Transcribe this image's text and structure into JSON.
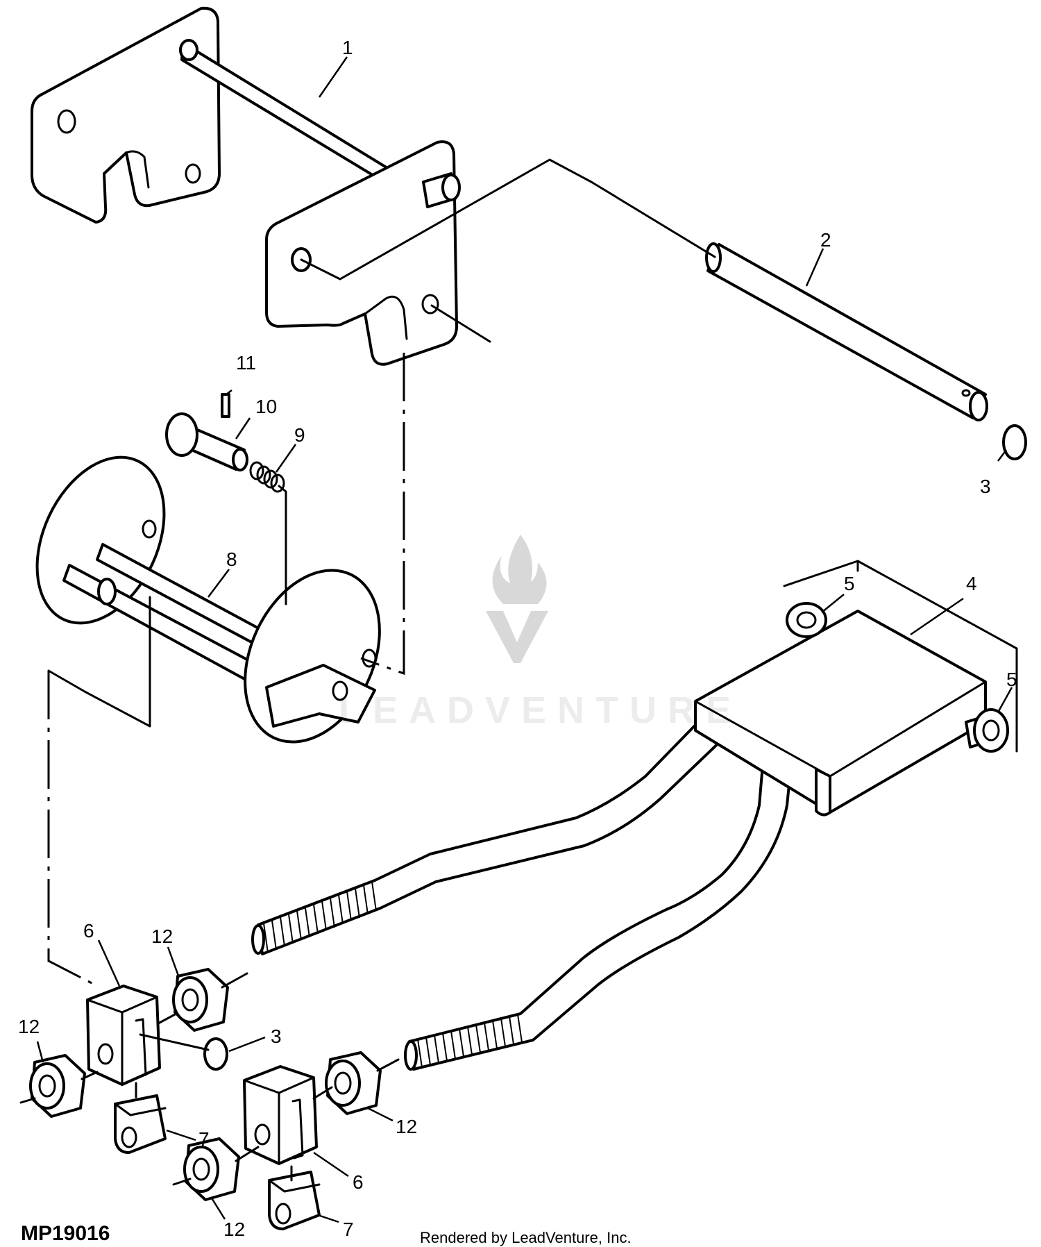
{
  "figure_id": "MP19016",
  "credit": "Rendered by LeadVenture, Inc.",
  "watermark": "LEADVENTURE",
  "callouts": {
    "c1": "1",
    "c2": "2",
    "c3a": "3",
    "c3b": "3",
    "c4": "4",
    "c5a": "5",
    "c5b": "5",
    "c6a": "6",
    "c6b": "6",
    "c7a": "7",
    "c7b": "7",
    "c8": "8",
    "c9": "9",
    "c10": "10",
    "c11": "11",
    "c12a": "12",
    "c12b": "12",
    "c12c": "12",
    "c12d": "12"
  }
}
